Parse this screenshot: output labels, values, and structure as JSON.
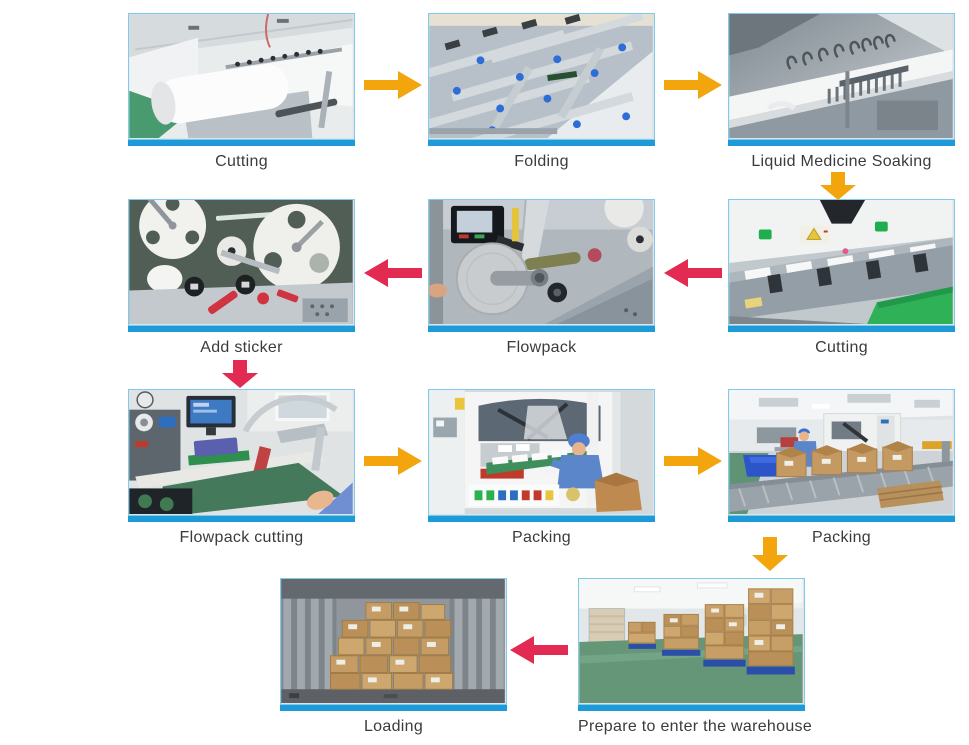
{
  "diagram": {
    "type": "manufacturing-process-flow",
    "steps": [
      {
        "id": "cutting-roll",
        "label": "Cutting",
        "row": 1
      },
      {
        "id": "folding",
        "label": "Folding",
        "row": 1
      },
      {
        "id": "liquid-medicine-soaking",
        "label": "Liquid Medicine Soaking",
        "row": 1
      },
      {
        "id": "add-sticker",
        "label": "Add sticker",
        "row": 2
      },
      {
        "id": "flowpack",
        "label": "Flowpack",
        "row": 2
      },
      {
        "id": "cutting-web",
        "label": "Cutting",
        "row": 2
      },
      {
        "id": "flowpack-cutting",
        "label": "Flowpack cutting",
        "row": 3
      },
      {
        "id": "packing-machine",
        "label": "Packing",
        "row": 3
      },
      {
        "id": "packing-conveyor",
        "label": "Packing",
        "row": 3
      },
      {
        "id": "loading",
        "label": "Loading",
        "row": 4
      },
      {
        "id": "prepare-warehouse",
        "label": "Prepare to enter the warehouse",
        "row": 4
      }
    ],
    "arrows": [
      {
        "from": "cutting-roll",
        "to": "folding",
        "direction": "right",
        "color": "forward"
      },
      {
        "from": "folding",
        "to": "liquid-medicine-soaking",
        "direction": "right",
        "color": "forward"
      },
      {
        "from": "liquid-medicine-soaking",
        "to": "cutting-web",
        "direction": "down",
        "color": "forward"
      },
      {
        "from": "cutting-web",
        "to": "flowpack",
        "direction": "left",
        "color": "reverse"
      },
      {
        "from": "flowpack",
        "to": "add-sticker",
        "direction": "left",
        "color": "reverse"
      },
      {
        "from": "add-sticker",
        "to": "flowpack-cutting",
        "direction": "down",
        "color": "reverse"
      },
      {
        "from": "flowpack-cutting",
        "to": "packing-machine",
        "direction": "right",
        "color": "forward"
      },
      {
        "from": "packing-machine",
        "to": "packing-conveyor",
        "direction": "right",
        "color": "forward"
      },
      {
        "from": "packing-conveyor",
        "to": "prepare-warehouse",
        "direction": "down",
        "color": "forward"
      },
      {
        "from": "prepare-warehouse",
        "to": "loading",
        "direction": "left",
        "color": "reverse"
      }
    ],
    "colors": {
      "forward_arrow": "#F2A50D",
      "reverse_arrow": "#E22A52",
      "photo_underline": "#1D9BD8",
      "photo_border": "#7FCBEE",
      "label_text": "#3B3B3B",
      "background": "#FFFFFF"
    }
  }
}
